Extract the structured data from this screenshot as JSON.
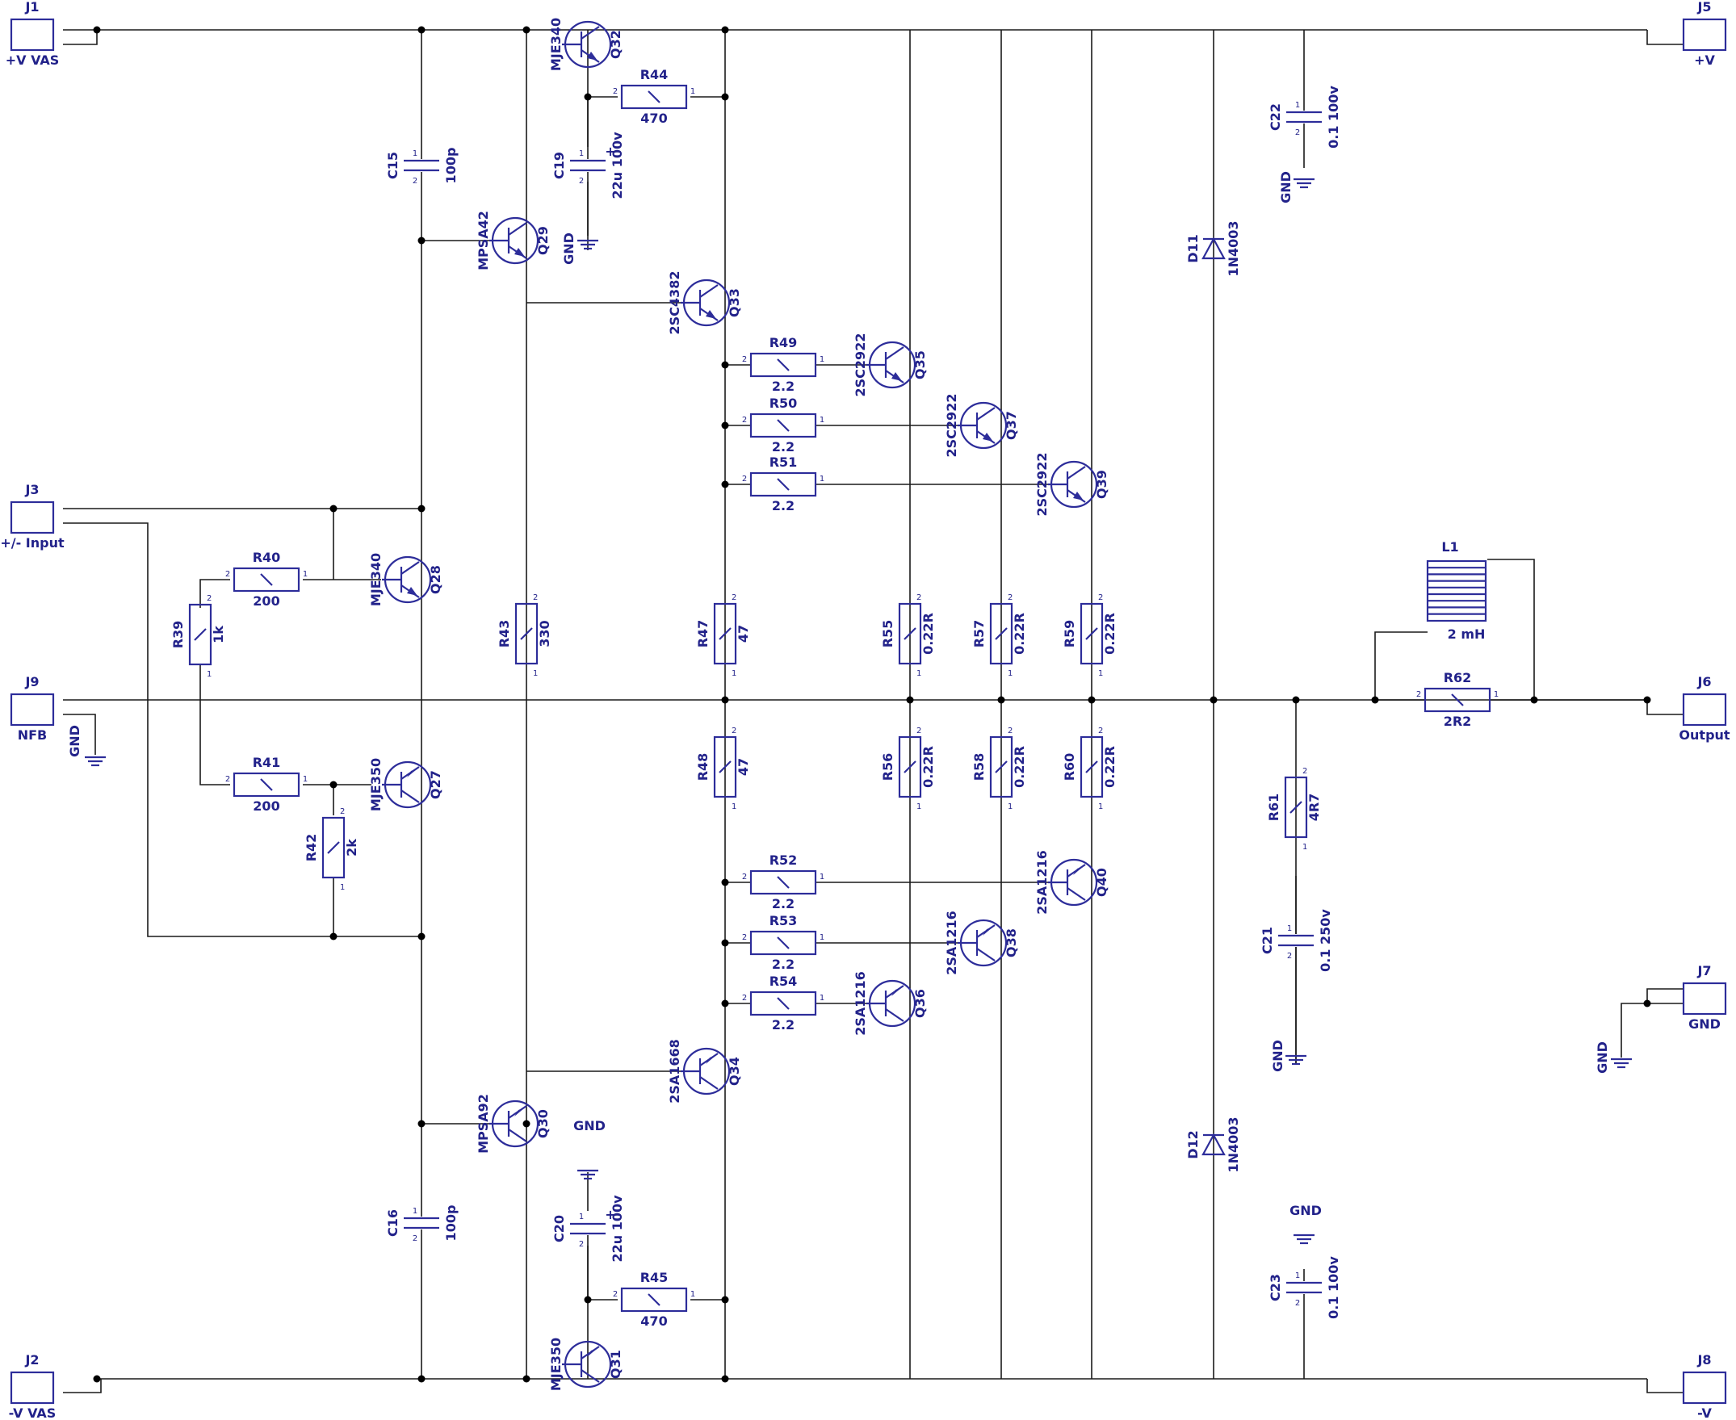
{
  "colors": {
    "wire": "#1a1a1a",
    "symbol": "#2d2d9a",
    "text": "#22228a"
  },
  "connectors": [
    {
      "ref": "J1",
      "label": "+V  VAS",
      "pins": [
        "1",
        "3"
      ]
    },
    {
      "ref": "J2",
      "label": "-V  VAS",
      "pins": [
        "1",
        "3"
      ]
    },
    {
      "ref": "J3",
      "label": "+/- Input",
      "pins": [
        "1",
        "3"
      ]
    },
    {
      "ref": "J9",
      "label": "NFB",
      "pins": [
        "1",
        "3"
      ]
    },
    {
      "ref": "J5",
      "label": "+V",
      "pins": [
        "1",
        "3"
      ]
    },
    {
      "ref": "J6",
      "label": "Output",
      "pins": [
        "1",
        "3"
      ]
    },
    {
      "ref": "J7",
      "label": "GND",
      "pins": [
        "1",
        "3"
      ]
    },
    {
      "ref": "J8",
      "label": "-V",
      "pins": [
        "1",
        "3"
      ]
    }
  ],
  "resistors": [
    {
      "ref": "R39",
      "value": "1k"
    },
    {
      "ref": "R40",
      "value": "200"
    },
    {
      "ref": "R41",
      "value": "200"
    },
    {
      "ref": "R42",
      "value": "2k"
    },
    {
      "ref": "R43",
      "value": "330"
    },
    {
      "ref": "R44",
      "value": "470"
    },
    {
      "ref": "R45",
      "value": "470"
    },
    {
      "ref": "R47",
      "value": "47"
    },
    {
      "ref": "R48",
      "value": "47"
    },
    {
      "ref": "R49",
      "value": "2.2"
    },
    {
      "ref": "R50",
      "value": "2.2"
    },
    {
      "ref": "R51",
      "value": "2.2"
    },
    {
      "ref": "R52",
      "value": "2.2"
    },
    {
      "ref": "R53",
      "value": "2.2"
    },
    {
      "ref": "R54",
      "value": "2.2"
    },
    {
      "ref": "R55",
      "value": "0.22R"
    },
    {
      "ref": "R56",
      "value": "0.22R"
    },
    {
      "ref": "R57",
      "value": "0.22R"
    },
    {
      "ref": "R58",
      "value": "0.22R"
    },
    {
      "ref": "R59",
      "value": "0.22R"
    },
    {
      "ref": "R60",
      "value": "0.22R"
    },
    {
      "ref": "R61",
      "value": "4R7"
    },
    {
      "ref": "R62",
      "value": "2R2"
    }
  ],
  "capacitors": [
    {
      "ref": "C15",
      "value": "100p"
    },
    {
      "ref": "C16",
      "value": "100p"
    },
    {
      "ref": "C19",
      "value": "22u 100v"
    },
    {
      "ref": "C20",
      "value": "22u 100v"
    },
    {
      "ref": "C21",
      "value": "0.1 250v"
    },
    {
      "ref": "C22",
      "value": "0.1 100v"
    },
    {
      "ref": "C23",
      "value": "0.1 100v"
    }
  ],
  "transistors": [
    {
      "ref": "Q27",
      "value": "MJE350"
    },
    {
      "ref": "Q28",
      "value": "MJE340"
    },
    {
      "ref": "Q29",
      "value": "MPSA42"
    },
    {
      "ref": "Q30",
      "value": "MPSA92"
    },
    {
      "ref": "Q31",
      "value": "MJE350"
    },
    {
      "ref": "Q32",
      "value": "MJE340"
    },
    {
      "ref": "Q33",
      "value": "2SC4382"
    },
    {
      "ref": "Q34",
      "value": "2SA1668"
    },
    {
      "ref": "Q35",
      "value": "2SC2922"
    },
    {
      "ref": "Q36",
      "value": "2SA1216"
    },
    {
      "ref": "Q37",
      "value": "2SC2922"
    },
    {
      "ref": "Q38",
      "value": "2SA1216"
    },
    {
      "ref": "Q39",
      "value": "2SC2922"
    },
    {
      "ref": "Q40",
      "value": "2SA1216"
    }
  ],
  "diodes": [
    {
      "ref": "D11",
      "value": "1N4003"
    },
    {
      "ref": "D12",
      "value": "1N4003"
    }
  ],
  "inductors": [
    {
      "ref": "L1",
      "value": "2 mH"
    }
  ],
  "ground_label": "GND"
}
